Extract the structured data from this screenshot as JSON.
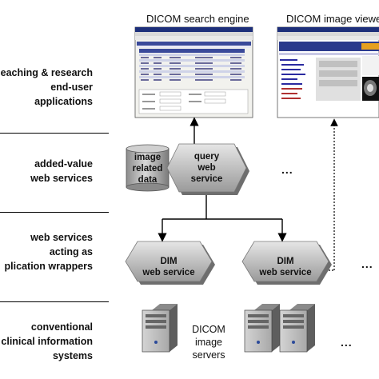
{
  "layers": [
    {
      "lines": [
        "eaching & research",
        "end-user",
        "applications"
      ]
    },
    {
      "lines": [
        "added-value",
        "web services"
      ]
    },
    {
      "lines": [
        "web services",
        "acting as",
        "plication wrappers"
      ]
    },
    {
      "lines": [
        "conventional",
        "clinical information",
        "systems"
      ]
    }
  ],
  "captions": {
    "search_engine": "DICOM search engine",
    "image_viewer": "DICOM image viewe"
  },
  "search_window": {
    "results_header": "Result Studies:"
  },
  "viewer_window": {
    "header": "Patient Manager - IM*B"
  },
  "services": {
    "image_db": "image\nrelated\ndata",
    "query": "query\nweb\nservice",
    "dim1": "DIM\nweb service",
    "dim2": "DIM\nweb service"
  },
  "servers_label": "DICOM\nimage\nservers",
  "ellipsis": "..."
}
